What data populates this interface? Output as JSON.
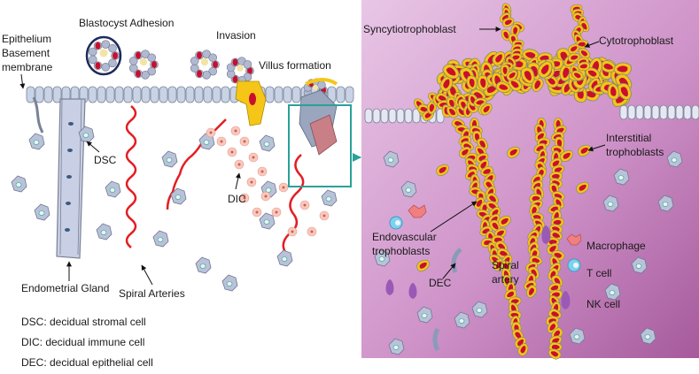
{
  "left": {
    "labels": {
      "blastocyst": "Blastocyst Adhesion",
      "invasion": "Invasion",
      "villus": "Villus formation",
      "epithelium": "Epithelium",
      "basement": "Basement",
      "membrane": "membrane",
      "dsc": "DSC",
      "dic": "DIC",
      "gland": "Endometrial Gland",
      "arteries": "Spiral Arteries"
    },
    "legend": [
      "DSC: decidual stromal cell",
      "DIC: decidual immune cell",
      "DEC: decidual epithelial cell"
    ]
  },
  "right": {
    "labels": {
      "syncytio": "Syncytiotrophoblast",
      "cyto": "Cytotrophoblast",
      "interstitial1": "Interstitial",
      "interstitial2": "trophoblasts",
      "endo1": "Endovascular",
      "endo2": "trophoblasts",
      "spiral1": "Spiral",
      "spiral2": "artery",
      "dec": "DEC",
      "macrophage": "Macrophage",
      "tcell": "T cell",
      "nkcell": "NK cell"
    }
  },
  "colors": {
    "panel_light": "#ebc8e8",
    "panel_dark": "#b064a5",
    "trophoblast_fill": "#f5c518",
    "trophoblast_nucleus": "#c8102e",
    "epithelial_cell": "#c9d3e6",
    "artery": "#e31e24",
    "zoom_box": "#2aa198",
    "macrophage": "#f08080",
    "tcell": "#7fd0ee",
    "nk": "#9b59b6"
  }
}
